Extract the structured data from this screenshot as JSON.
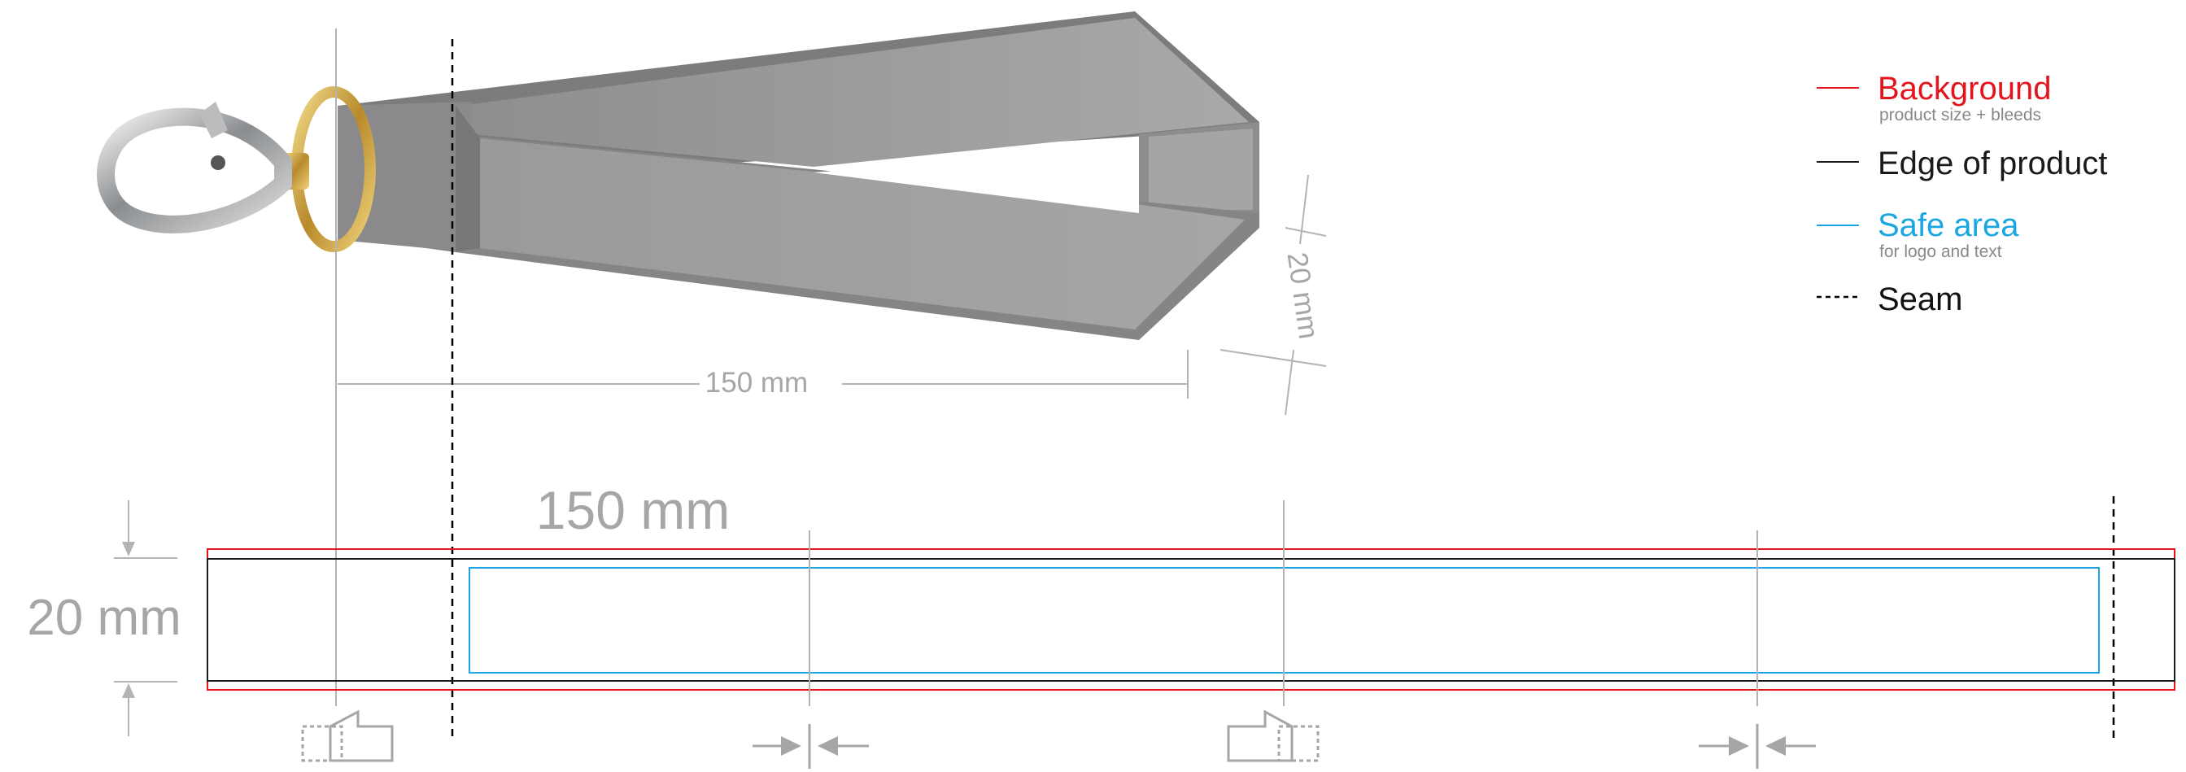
{
  "legend": {
    "background": {
      "label": "Background",
      "sub": "product size + bleeds"
    },
    "edge": {
      "label": "Edge of product"
    },
    "safe": {
      "label": "Safe area",
      "sub": "for logo and text"
    },
    "seam": {
      "label": "Seam"
    }
  },
  "dimensions": {
    "top_length": "150 mm",
    "top_width": "20 mm",
    "flat_length": "150 mm",
    "flat_width": "20 mm"
  },
  "colors": {
    "background_line": "#e3141c",
    "edge_line": "#1a1a1a",
    "safe_line": "#1aa7e1",
    "seam_line": "#000000",
    "dimension_gray": "#a6a6a6",
    "strap_gray": "#9b9b9d",
    "legend_background_text": "#e3141c",
    "legend_safe_text": "#1aa7e1"
  },
  "icons": [
    "lobster-clasp-icon",
    "fold-left-icon",
    "fold-right-icon",
    "seam-arrows-icon"
  ]
}
